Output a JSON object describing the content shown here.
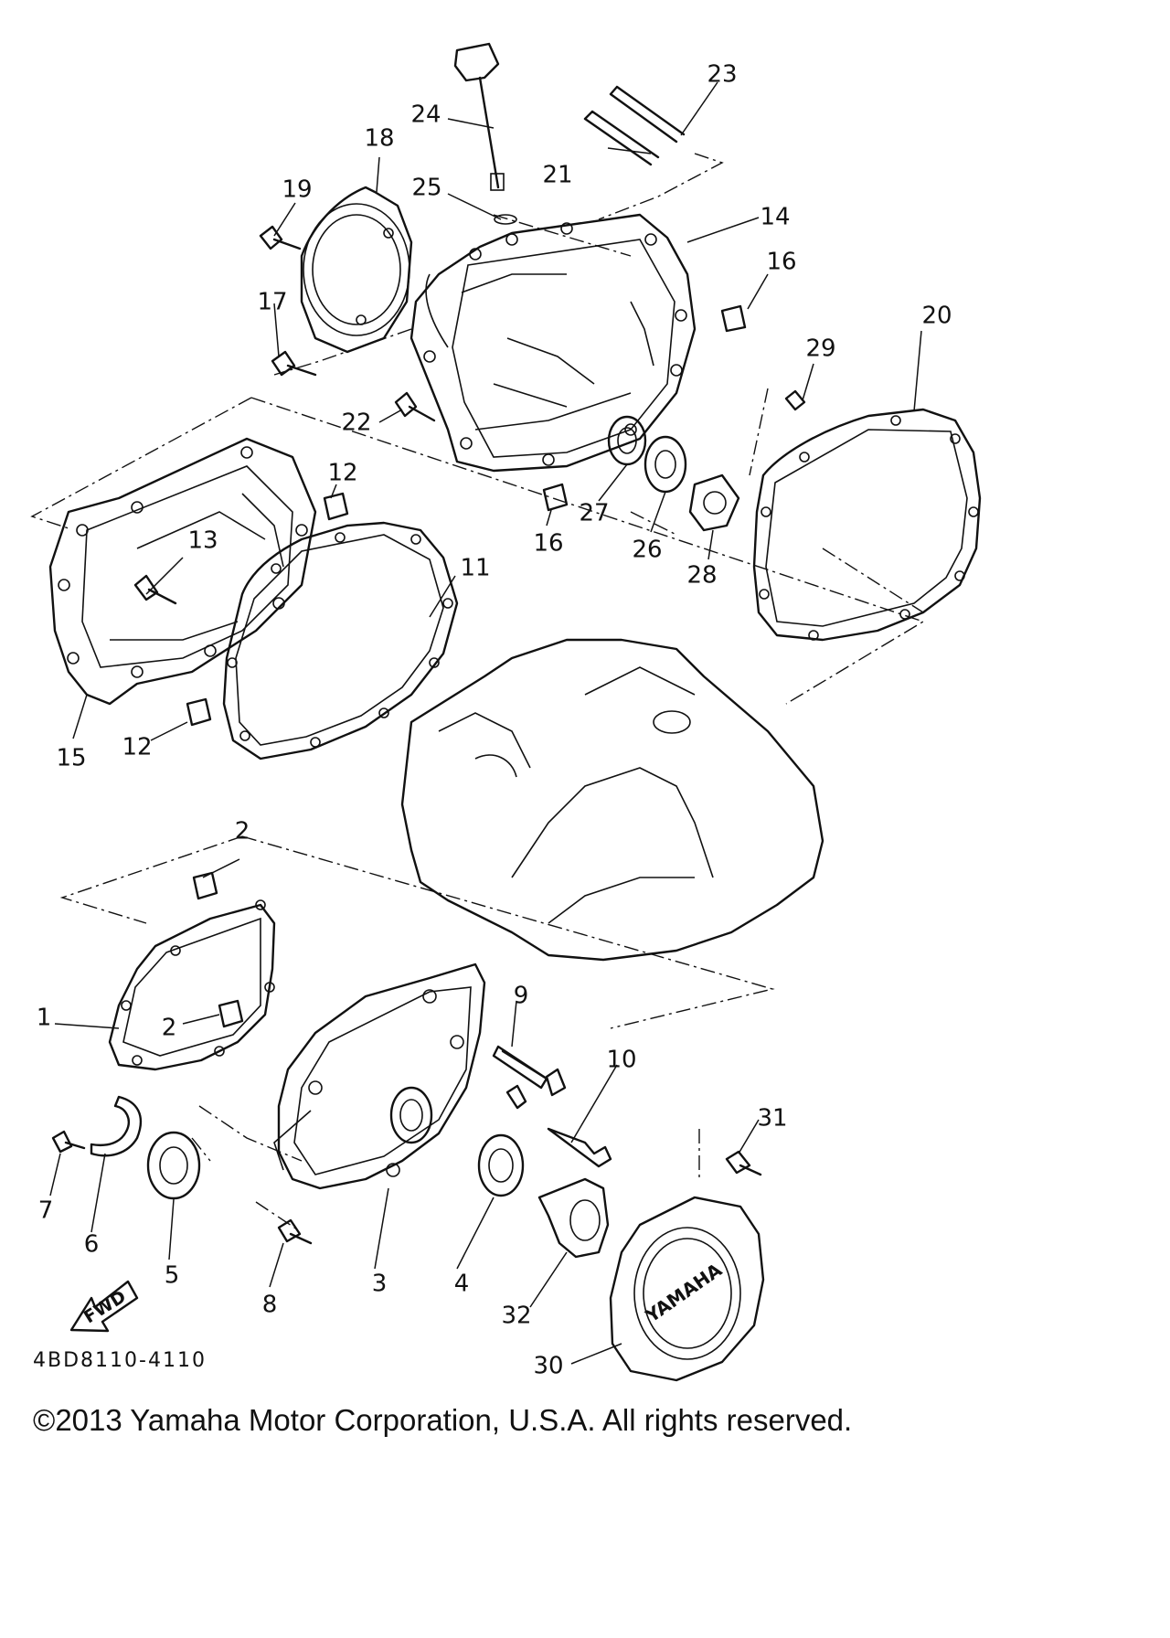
{
  "callouts": [
    "1",
    "2",
    "2",
    "3",
    "4",
    "5",
    "6",
    "7",
    "8",
    "9",
    "10",
    "11",
    "12",
    "12",
    "13",
    "14",
    "15",
    "16",
    "16",
    "17",
    "18",
    "19",
    "20",
    "21",
    "22",
    "23",
    "24",
    "25",
    "26",
    "27",
    "28",
    "29",
    "30",
    "31",
    "32"
  ],
  "fwd_label": "FWD",
  "brand_label": "YAMAHA",
  "diagram_code": "4BD8110-4110",
  "copyright": "©2013 Yamaha Motor Corporation, U.S.A. All rights reserved."
}
